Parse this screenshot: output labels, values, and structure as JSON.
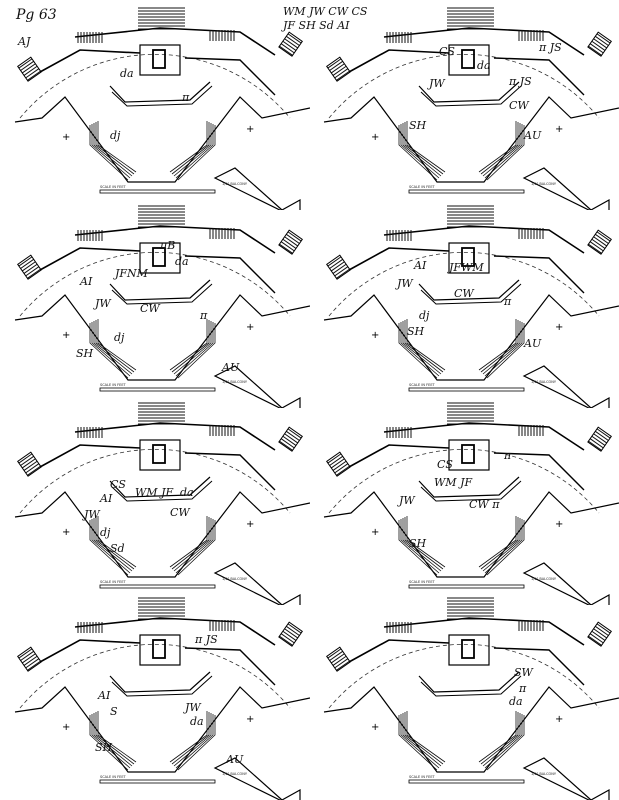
{
  "page_label": "Pg 63",
  "cast_header": {
    "line1": "WM JW CW CS",
    "line2": "JF SH Sd AI"
  },
  "printed": {
    "balcony": "1/2\" BALCONY",
    "scale": "SCALE IN FEET"
  },
  "panels": [
    {
      "labels": [
        "AJ",
        "da",
        "π",
        "dj"
      ]
    },
    {
      "labels": [
        "CS",
        "π JS",
        "da",
        "JW",
        "π JS",
        "CW",
        "SH",
        "AU"
      ]
    },
    {
      "labels": [
        "πB",
        "da",
        "AI",
        "JFNM",
        "JW",
        "CW",
        "π",
        "SH",
        "dj",
        "AU"
      ]
    },
    {
      "labels": [
        "AI",
        "JFWM",
        "JW",
        "CW",
        "dj",
        "SH",
        "π",
        "AU"
      ]
    },
    {
      "labels": [
        "CS",
        "AI",
        "WM JF",
        "da",
        "JW",
        "CW",
        "dj",
        "Sd"
      ]
    },
    {
      "labels": [
        "CS",
        "π",
        "JW",
        "WM JF",
        "CW π",
        "SH"
      ]
    },
    {
      "labels": [
        "π JS",
        "AI",
        "S",
        "JW",
        "da",
        "SH",
        "AU"
      ]
    },
    {
      "labels": [
        "SW",
        "π",
        "da"
      ]
    }
  ]
}
